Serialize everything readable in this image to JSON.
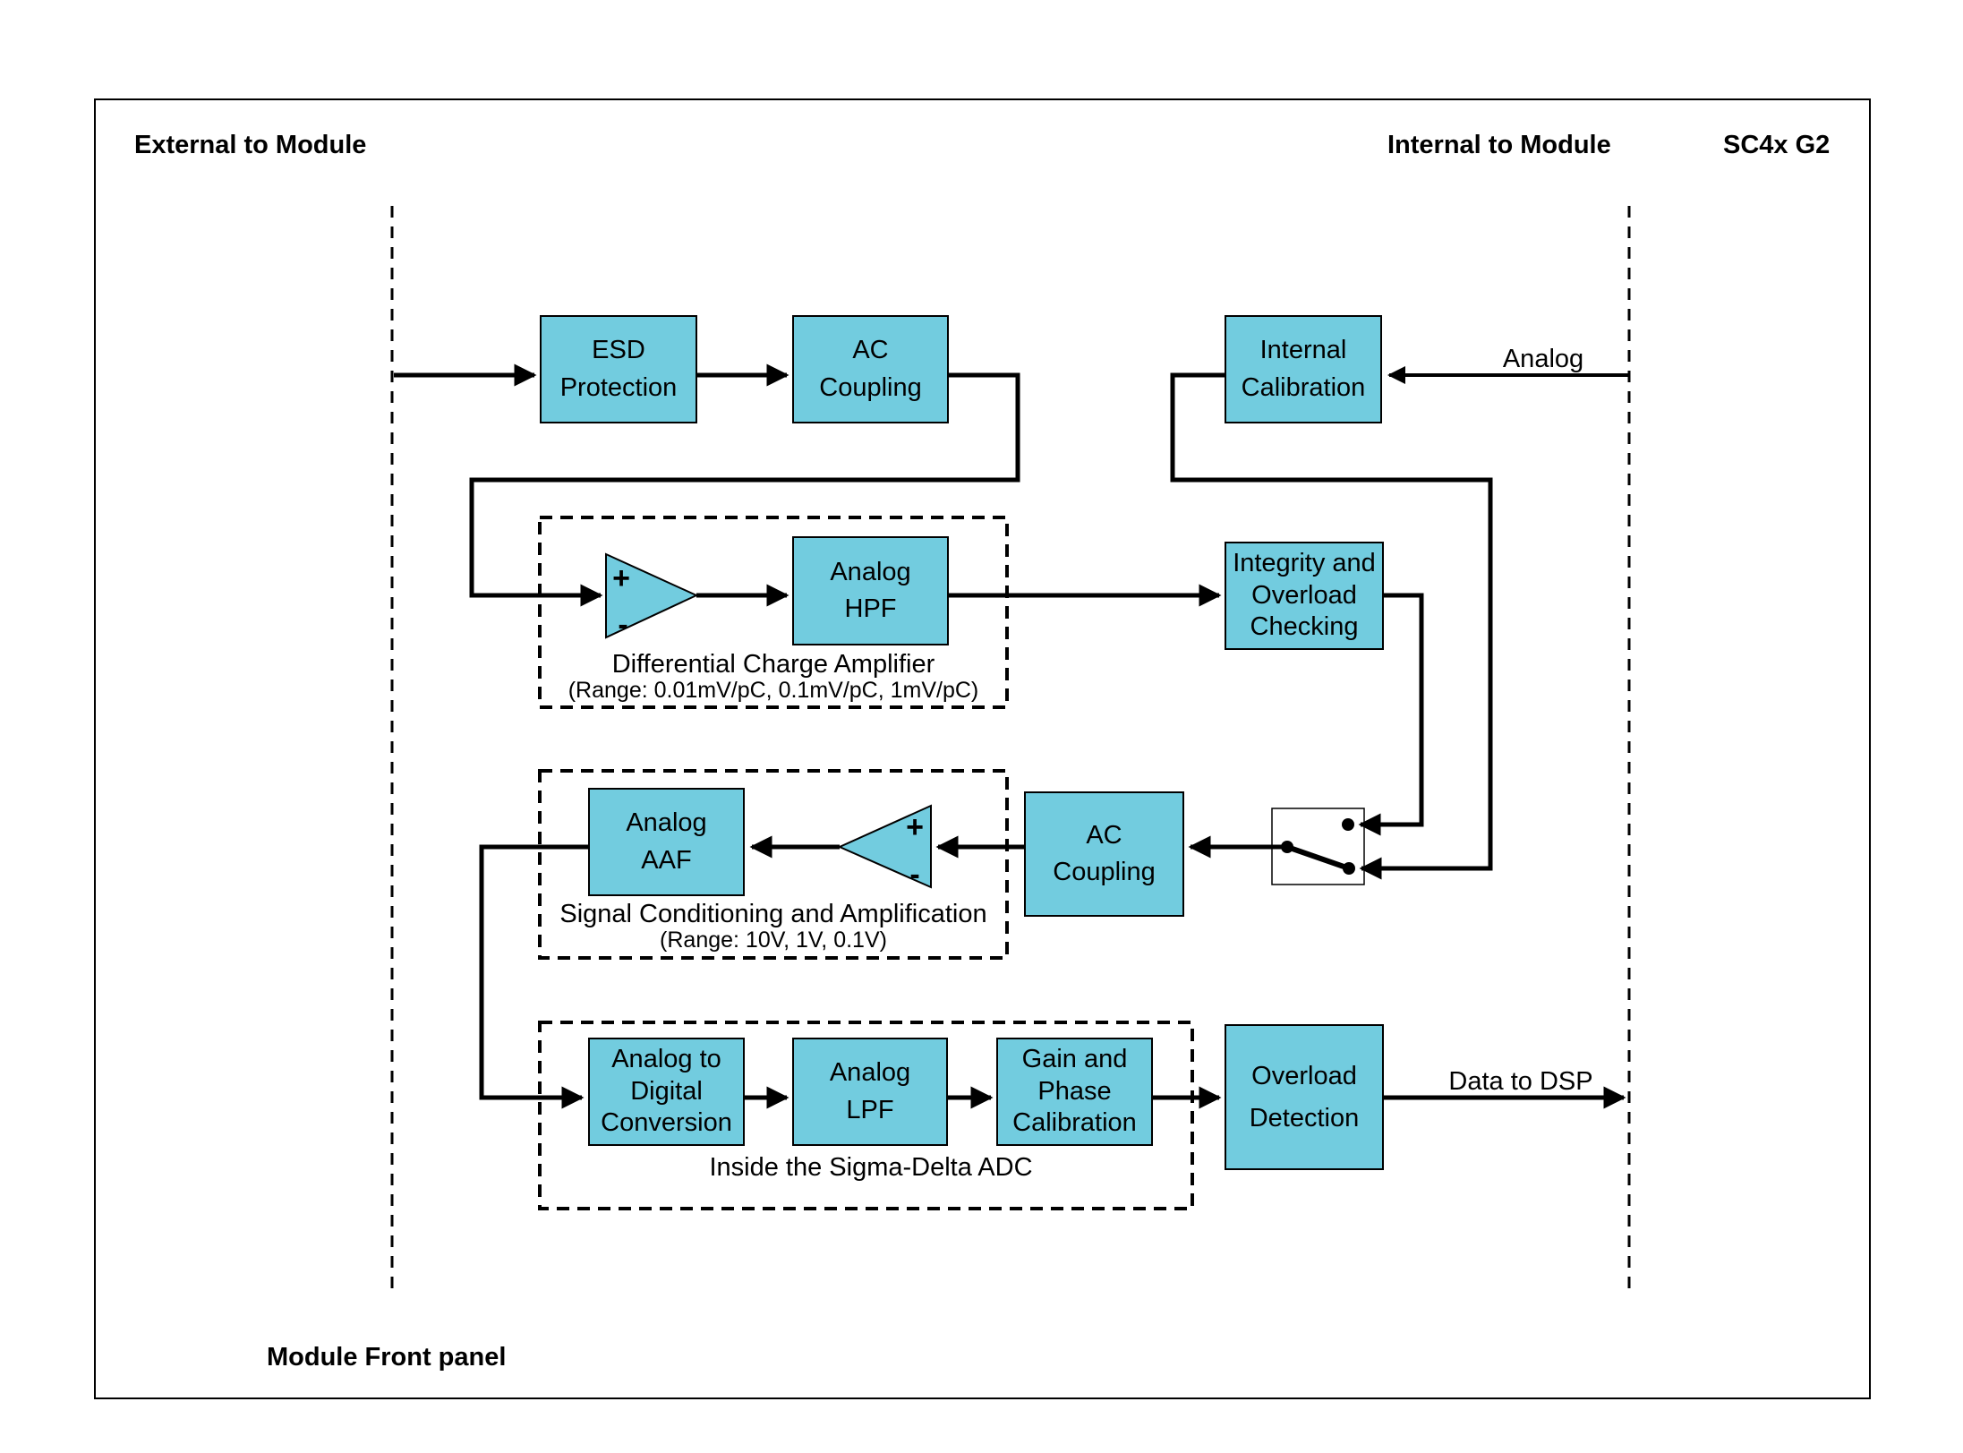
{
  "header": {
    "left_label": "External to Module",
    "right_label": "Internal to Module",
    "model_label": "SC4x G2",
    "footer_label": "Module Front panel"
  },
  "colors": {
    "block_fill": "#72CCDF",
    "line": "#000000"
  },
  "blocks": {
    "esd": {
      "l1": "ESD",
      "l2": "Protection"
    },
    "ac_coupling_top": {
      "l1": "AC",
      "l2": "Coupling"
    },
    "internal_calibration": {
      "l1": "Internal",
      "l2": "Calibration"
    },
    "analog_hpf": {
      "l1": "Analog",
      "l2": "HPF"
    },
    "integrity": {
      "l1": "Integrity and",
      "l2": "Overload",
      "l3": "Checking"
    },
    "analog_aaf": {
      "l1": "Analog",
      "l2": "AAF"
    },
    "ac_coupling_mid": {
      "l1": "AC",
      "l2": "Coupling"
    },
    "adc_conversion": {
      "l1": "Analog to",
      "l2": "Digital",
      "l3": "Conversion"
    },
    "analog_lpf": {
      "l1": "Analog",
      "l2": "LPF"
    },
    "gain_phase": {
      "l1": "Gain and",
      "l2": "Phase",
      "l3": "Calibration"
    },
    "overload_detection": {
      "l1": "Overload",
      "l2": "Detection"
    }
  },
  "groups": {
    "charge_amp": {
      "caption": "Differential Charge Amplifier",
      "range": "(Range: 0.01mV/pC, 0.1mV/pC, 1mV/pC)"
    },
    "signal_cond": {
      "caption": "Signal Conditioning and Amplification",
      "range": "(Range: 10V, 1V, 0.1V)"
    },
    "adc": {
      "caption": "Inside the Sigma-Delta ADC"
    }
  },
  "wire_labels": {
    "analog_in": "Analog",
    "data_out": "Data to DSP"
  },
  "opamp": {
    "plus": "+",
    "minus": "-"
  }
}
